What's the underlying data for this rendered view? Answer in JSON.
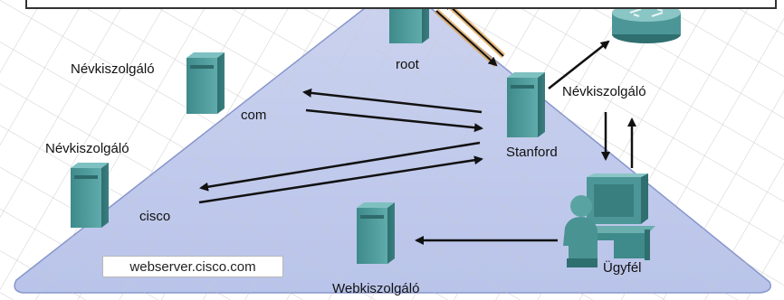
{
  "labels": {
    "root": "root",
    "com": "com",
    "cisco": "cisco",
    "stanford": "Stanford",
    "ugyfel": "Ügyfél",
    "webkiszolgalo": "Webkiszolgáló",
    "nevkiszolgalo_com": "Névkiszolgáló",
    "nevkiszolgalo_cisco": "Névkiszolgáló",
    "nevkiszolgalo_stanford": "Névkiszolgáló"
  },
  "query_box": {
    "text": "webserver.cisco.com"
  },
  "colors": {
    "plane_fill": "#c9d2ee",
    "plane_edge": "#7e8fc9",
    "server_teal": "#4f9a9a",
    "arrow": "#111111",
    "root_arrow_glow": "#e0a04a"
  },
  "icons": [
    "server-icon",
    "router-icon",
    "workstation-icon",
    "user-icon"
  ]
}
